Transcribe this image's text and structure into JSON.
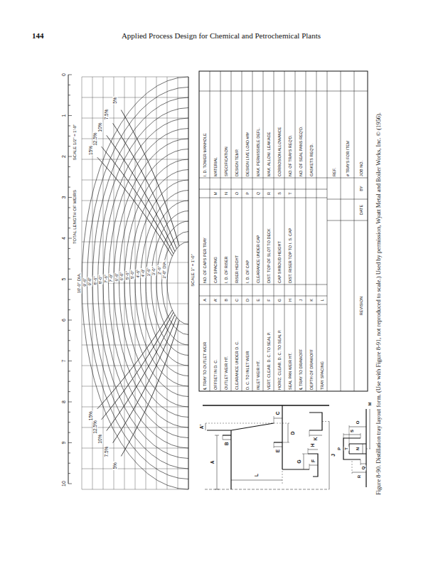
{
  "diagram": {
    "caption": "Figure 8-90. Distillation tray layout form. (Use with Figure 8-91, not reproduced to scale.) Used by permission, Wyatt Metal and Boiler Works, Inc. © (1956).",
    "labels": [
      "144",
      "Applied Process Design for Chemical and Petrochemical Plants",
      "SCALE 1/2\" = 1'-0\"",
      "TOTAL LENGTH OF WEIRS",
      "0",
      "1",
      "2",
      "3",
      "4",
      "5",
      "6",
      "7",
      "8",
      "9",
      "10",
      "10'-0\" DIA.",
      "9'-6\"",
      "9'-0\"",
      "8'-6\"",
      "8'-0\"",
      "7'-6\"",
      "7'-0\"",
      "6'-6\"",
      "6'-0\"",
      "5'-6\"",
      "5'-0\"",
      "4'-6\"",
      "4'-0\"",
      "3'-6\"",
      "3'-0\"",
      "2'-6\"",
      "2'-0\" DIA.",
      "5%",
      "7.5%",
      "10%",
      "12.5%",
      "15%",
      "5%",
      "7.5%",
      "10%",
      "12.5%",
      "15%",
      "SCALE 1\" = 1'-0\"",
      "A",
      "A'",
      "B",
      "C",
      "D",
      "E",
      "F",
      "G",
      "H",
      "J",
      "K",
      "L",
      "M",
      "N",
      "O",
      "P",
      "Q",
      "R",
      "S",
      "T",
      "℄ TRAY TO OUTLET WEIR",
      "A",
      "OFFSET IN D. C.",
      "A'",
      "OUTLET WEIR HT.",
      "B",
      "CLEARANCE UNDER D. C.",
      "C",
      "D. C. TO INLET WEIR",
      "D",
      "INLET WEIR HT.",
      "E",
      "VERT. CLEAR. D. C. TO SEAL P.",
      "F",
      "HORIZ. CLEAR. D. C. TO SEAL P.",
      "G",
      "SEAL PAN WEIR HT.",
      "H",
      "℄ TRAY TO DRAWOFF",
      "J",
      "DEPTH OF DRAWOFF",
      "K",
      "TRAY SPACING",
      "L",
      "NO. OF CAPS PER TRAY",
      "CAP SPACING",
      "M",
      "I. D. OF RISER",
      "N",
      "RISER HEIGHT",
      "O",
      "I. D. OF CAP",
      "P",
      "CLEARANCE UNDER CAP",
      "Q",
      "DIST. TOP OF SLOT TO DECK",
      "R",
      "CAP SHROUD HEIGHT",
      "S",
      "DIST. RISER TOP TO I. S. CAP",
      "T",
      "I. D. TOWER MANHOLE",
      "MATERIAL",
      "SPECIFICATION",
      "DESIGN TEMP.",
      "DESIGN LIVE LOAD #/ft²",
      "MAX. PERMISSIBLE DEFL.",
      "MAX. ALLOW. LEAKAGE",
      "CORROSION ALLOWANCE",
      "NO. OF TRAYS REQ'D.",
      "NO. OF SEAL PANS REQ'D.",
      "GASKETS REQ'D.",
      "REF.",
      "# TRAYS FOR ITEM",
      "JOB NO.",
      "REVISION",
      "DATE",
      "BY"
    ]
  }
}
